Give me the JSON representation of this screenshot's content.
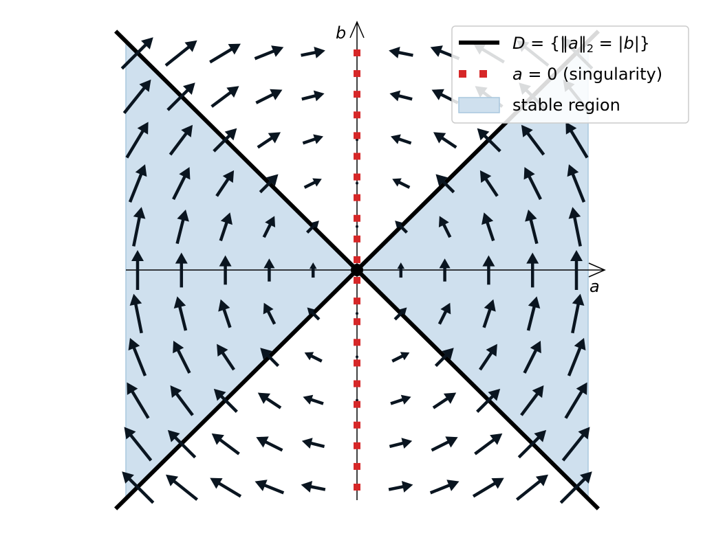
{
  "chart_data": {
    "type": "quiver",
    "xlabel": "a",
    "ylabel": "b",
    "xlim": [
      -1.0,
      1.0
    ],
    "ylim": [
      -1.0,
      1.0
    ],
    "grid": false,
    "legend_placement": "top-right",
    "grid_coordinates": [
      -1.0,
      -0.8,
      -0.6,
      -0.4,
      -0.2,
      0.0,
      0.2,
      0.4,
      0.6,
      0.8,
      1.0
    ],
    "vector_field": "(da, db) = (-a*b, a^2); direction shown, length scaled",
    "series": [
      {
        "name": "D = {‖a‖₂ = |b|}",
        "kind": "line",
        "points": [
          [
            -1.0,
            1.0
          ],
          [
            1.0,
            -1.0
          ]
        ],
        "points_2": [
          [
            -1.0,
            -1.0
          ],
          [
            1.0,
            1.0
          ]
        ],
        "color": "#000000"
      },
      {
        "name": "a = 0 (singularity)",
        "kind": "dotted-line",
        "points": [
          [
            0.0,
            -1.0
          ],
          [
            0.0,
            1.0
          ]
        ],
        "color": "#d62728"
      },
      {
        "name": "stable region",
        "kind": "area",
        "description": "|a| ≥ |b|",
        "color": "#cfe0ee"
      }
    ],
    "legend": [
      {
        "label": "D = {‖a‖₂ = |b|}",
        "label_parts": [
          "D",
          " = {‖",
          "a",
          "‖",
          "2",
          " = |",
          "b",
          "|}"
        ]
      },
      {
        "label": "a = 0 (singularity)",
        "label_parts": [
          "a",
          " = 0 (singularity)"
        ]
      },
      {
        "label": "stable region",
        "label_parts": [
          "stable region"
        ]
      }
    ]
  },
  "colors": {
    "arrow": "#0a1520",
    "boundary": "#000000",
    "singularity": "#d62728",
    "stable_fill": "#cfe0ee",
    "stable_edge": "#a9c7de"
  }
}
